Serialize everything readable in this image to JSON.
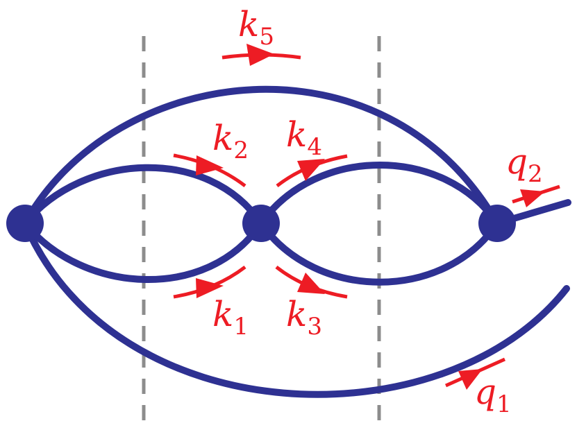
{
  "diagram": {
    "colors": {
      "propagator": "#2e3192",
      "momentum": "#ed1c24",
      "cut": "#8c8c8c"
    },
    "labels": {
      "k1": {
        "base": "k",
        "sub": "1"
      },
      "k2": {
        "base": "k",
        "sub": "2"
      },
      "k3": {
        "base": "k",
        "sub": "3"
      },
      "k4": {
        "base": "k",
        "sub": "4"
      },
      "k5": {
        "base": "k",
        "sub": "5"
      },
      "q1": {
        "base": "q",
        "sub": "1"
      },
      "q2": {
        "base": "q",
        "sub": "2"
      }
    }
  }
}
